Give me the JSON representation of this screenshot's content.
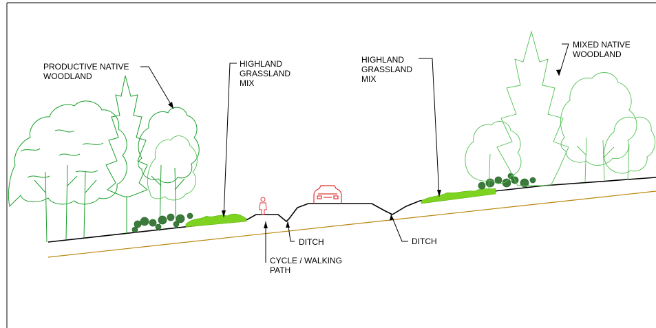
{
  "labels": {
    "productive_woodland": [
      "PRODUCTIVE NATIVE",
      "WOODLAND"
    ],
    "grassland_left": [
      "HIGHLAND",
      "GRASSLAND",
      "MIX"
    ],
    "grassland_right": [
      "HIGHLAND",
      "GRASSLAND",
      "MIX"
    ],
    "mixed_woodland": [
      "MIXED NATIVE",
      "WOODLAND"
    ],
    "ditch_left": "DITCH",
    "ditch_right": "DITCH",
    "path": [
      "CYCLE / WALKING",
      "PATH"
    ]
  },
  "colors": {
    "tree_line": "#1a9e2a",
    "tree_line_light": "#4fbf4f",
    "shrub_dark": "#3c7a3c",
    "grass": "#7ed321",
    "ground_line": "#000000",
    "subsoil_line": "#b8860b",
    "vehicle": "#e03030",
    "figure": "#e03030",
    "frame": "#000000"
  },
  "icons": [
    "deciduous-tree-icon",
    "conifer-tree-icon",
    "car-icon",
    "pedestrian-icon"
  ]
}
